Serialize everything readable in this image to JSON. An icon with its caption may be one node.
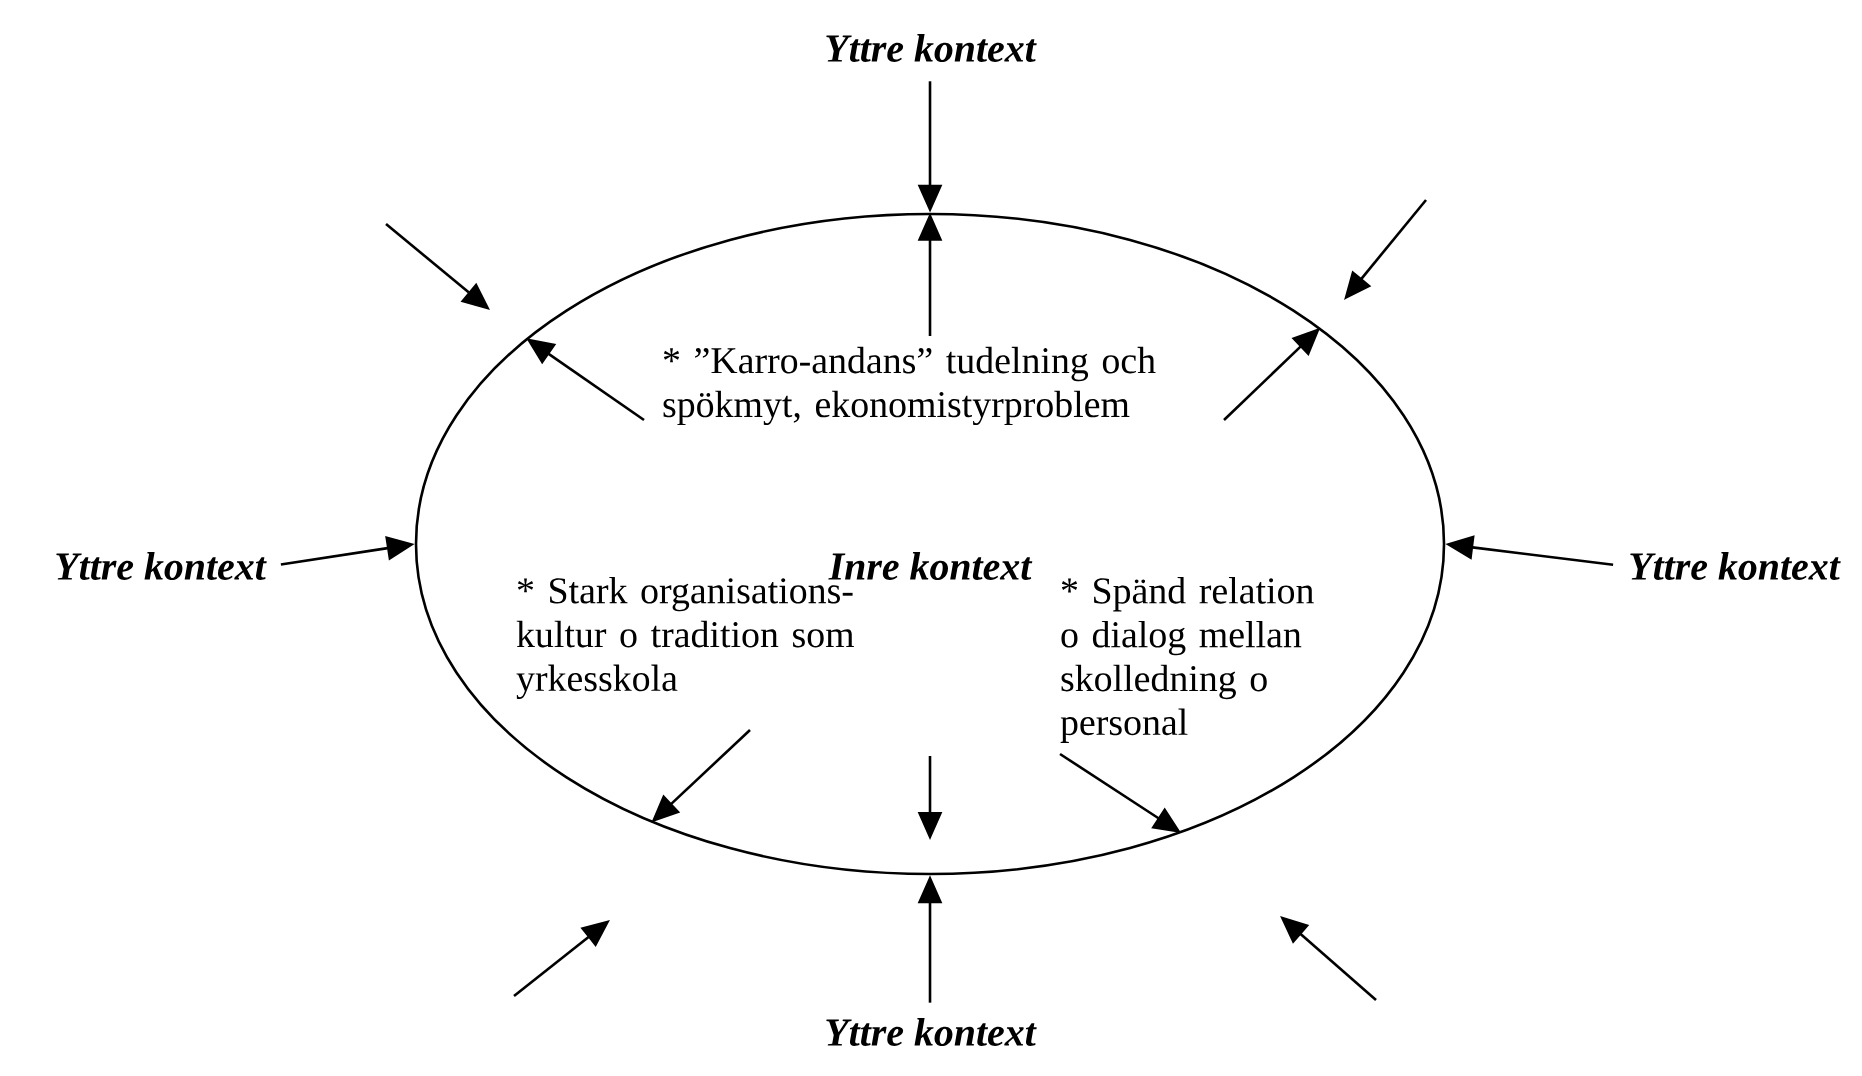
{
  "diagram": {
    "nodes": [
      {
        "text": [
          "Inre kontext"
        ]
      },
      {
        "text": [
          "Yttre kontext"
        ]
      },
      {
        "text": [
          "Yttre kontext"
        ]
      },
      {
        "text": [
          "Yttre kontext"
        ]
      },
      {
        "text": [
          "Yttre kontext"
        ]
      },
      {
        "text": [
          "* ”Karro-andans” tudelning och spökmyt, ekonomistyrproblem"
        ],
        "in": 0
      },
      {
        "text": [
          "* Stark organisations- kultur o tradition som yrkesskola"
        ],
        "in": 0
      },
      {
        "text": [
          "* Spänd relation o dialog mellan skolledning o personal"
        ],
        "in": 0
      }
    ],
    "edges": [
      {
        "from": 1,
        "to": 0,
        "arrow": "to"
      },
      {
        "from": 2,
        "to": 0,
        "arrow": "to"
      },
      {
        "from": 3,
        "to": 0,
        "arrow": "to"
      },
      {
        "from": 4,
        "to": 0,
        "arrow": "to"
      },
      {
        "from": 5,
        "to": 0,
        "arrow": "to"
      },
      {
        "from": 5,
        "to": 0,
        "arrow": "to"
      },
      {
        "from": 5,
        "to": 0,
        "arrow": "to"
      },
      {
        "from": 6,
        "to": 0,
        "arrow": "to"
      },
      {
        "from": 7,
        "to": 0,
        "arrow": "to"
      }
    ]
  }
}
